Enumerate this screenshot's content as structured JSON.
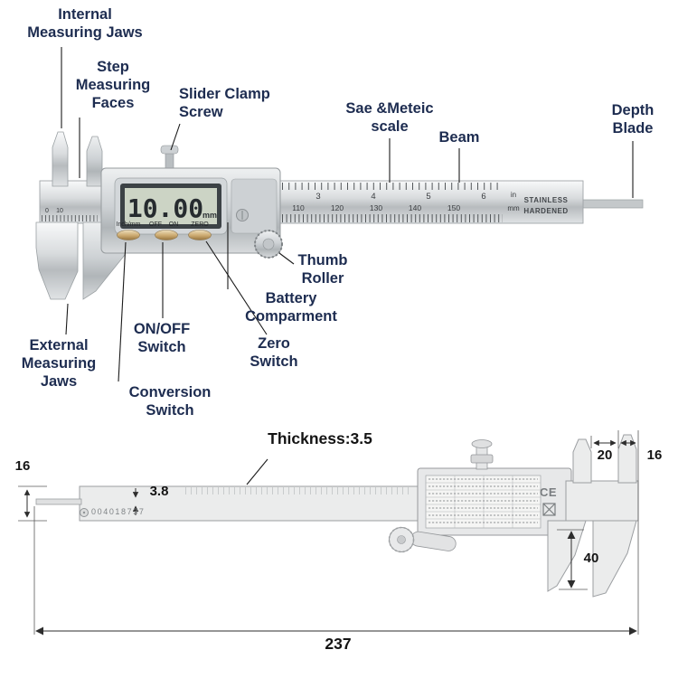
{
  "annotations": {
    "internal_measuring_jaws": "Internal\nMeasuring Jaws",
    "step_measuring_faces": "Step\nMeasuring\nFaces",
    "slider_clamp_screw": "Slider Clamp\nScrew",
    "sae_metric_scale": "Sae &Meteic\nscale",
    "beam": "Beam",
    "depth_blade": "Depth\nBlade",
    "thumb_roller": "Thumb\nRoller",
    "battery_compartment": "Battery\nComparment",
    "on_off_switch": "ON/OFF\nSwitch",
    "zero_switch": "Zero\nSwitch",
    "external_measuring_jaws": "External\nMeasuring\nJaws",
    "conversion_switch": "Conversion\nSwitch"
  },
  "caliper": {
    "display_value": "10.00",
    "display_unit": "mm",
    "buttons": {
      "conversion": "Inch/mm",
      "off": "OFF",
      "on": "ON",
      "zero": "ZERO"
    },
    "beam_print_line1": "STAINLESS",
    "beam_print_line2": "HARDENED",
    "scale_inch": [
      "3",
      "4",
      "5",
      "6"
    ],
    "scale_mm": [
      "110",
      "120",
      "130",
      "140",
      "150"
    ],
    "unit_top": "in",
    "unit_bottom": "mm",
    "origin_scale": [
      "0",
      "10"
    ]
  },
  "dimensions": {
    "thickness": "Thickness:3.5",
    "beam_height": "16",
    "blade_thickness": "3.8",
    "serial_number": "004018737",
    "jaw_width": "20",
    "tip_width": "16",
    "jaw_length": "40",
    "overall_length": "237",
    "ce_mark": "CE"
  }
}
